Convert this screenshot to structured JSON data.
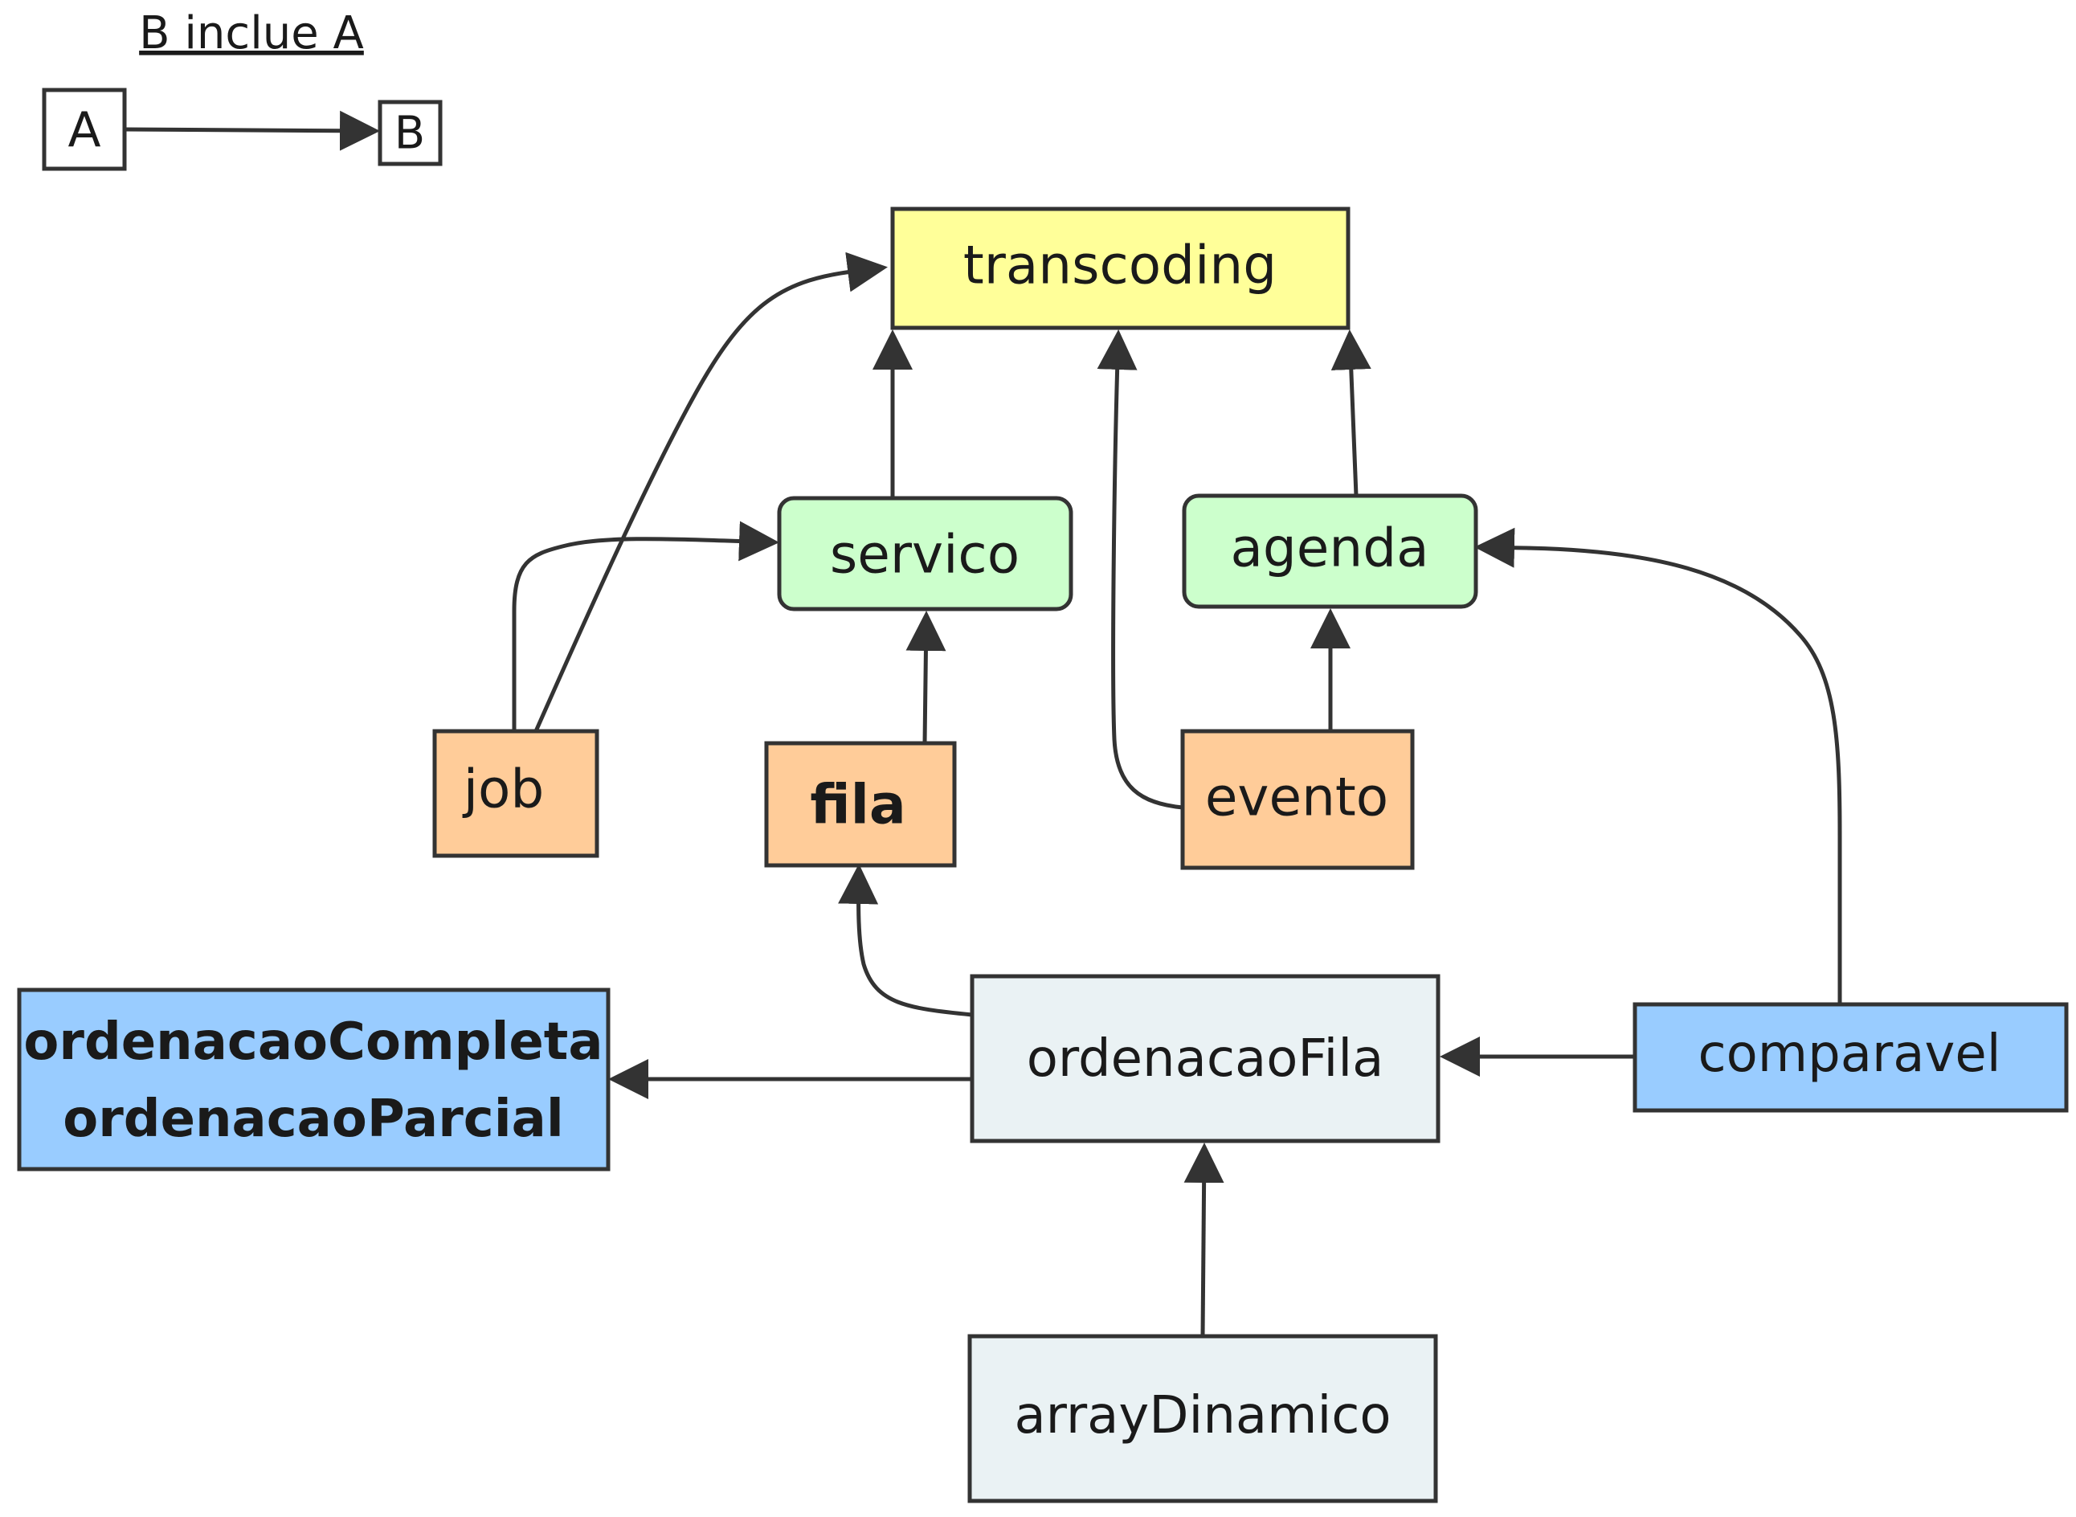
{
  "legend": {
    "title": "B inclue A",
    "from_label": "A",
    "to_label": "B"
  },
  "nodes": {
    "transcoding": {
      "label": "transcoding"
    },
    "servico": {
      "label": "servico"
    },
    "agenda": {
      "label": "agenda"
    },
    "job": {
      "label": "job"
    },
    "fila": {
      "label": "fila"
    },
    "evento": {
      "label": "evento"
    },
    "ordenacao": {
      "line1": "ordenacaoCompleta",
      "line2": "ordenacaoParcial"
    },
    "ordenacaoFila": {
      "label": "ordenacaoFila"
    },
    "comparavel": {
      "label": "comparavel"
    },
    "arrayDinamico": {
      "label": "arrayDinamico"
    }
  },
  "edges": [
    {
      "from": "A",
      "to": "B"
    },
    {
      "from": "job",
      "to": "transcoding"
    },
    {
      "from": "job",
      "to": "servico"
    },
    {
      "from": "servico",
      "to": "transcoding"
    },
    {
      "from": "agenda",
      "to": "transcoding"
    },
    {
      "from": "evento",
      "to": "transcoding"
    },
    {
      "from": "evento",
      "to": "agenda"
    },
    {
      "from": "fila",
      "to": "servico"
    },
    {
      "from": "ordenacaoFila",
      "to": "fila"
    },
    {
      "from": "ordenacaoFila",
      "to": "ordenacao"
    },
    {
      "from": "comparavel",
      "to": "ordenacaoFila"
    },
    {
      "from": "comparavel",
      "to": "agenda"
    },
    {
      "from": "arrayDinamico",
      "to": "ordenacaoFila"
    }
  ],
  "colors": {
    "yellow": "#ffff99",
    "green": "#ccffcc",
    "orange": "#ffcc99",
    "blue": "#99ccff",
    "light": "#eaf2f4",
    "stroke": "#333333"
  }
}
